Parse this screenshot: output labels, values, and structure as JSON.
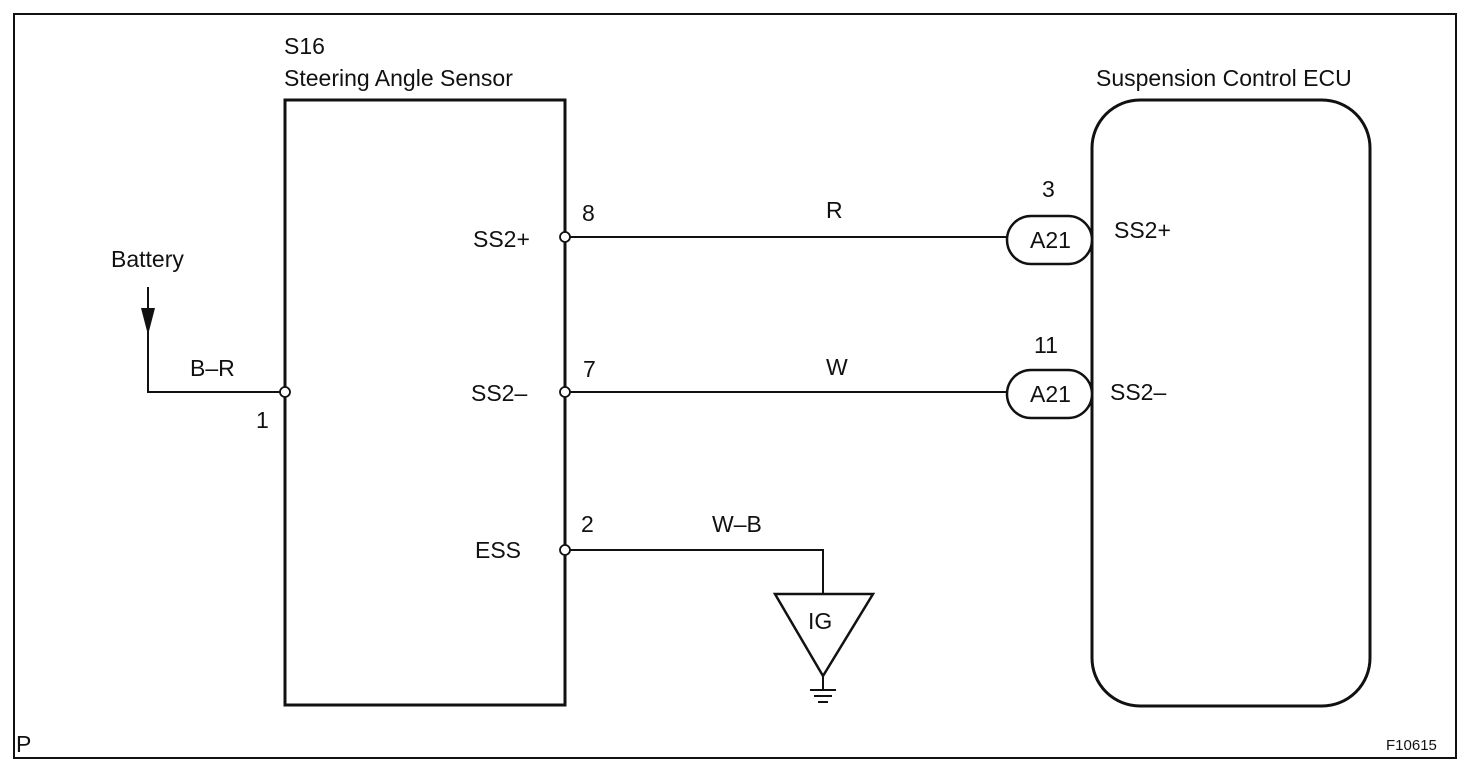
{
  "components": {
    "sensor": {
      "code": "S16",
      "name": "Steering Angle Sensor"
    },
    "ecu": {
      "name": "Suspension Control ECU"
    },
    "battery": {
      "label": "Battery"
    },
    "ground_junction": {
      "label": "IG"
    }
  },
  "sensor_terminals": [
    {
      "name": "SS2+",
      "pin": "8"
    },
    {
      "name": "SS2–",
      "pin": "7"
    },
    {
      "name": "ESS",
      "pin": "2"
    }
  ],
  "battery_pin": "1",
  "wires": [
    {
      "color_code": "B–R"
    },
    {
      "color_code": "R"
    },
    {
      "color_code": "W"
    },
    {
      "color_code": "W–B"
    }
  ],
  "connectors": [
    {
      "code": "A21",
      "pin": "3",
      "terminal": "SS2+"
    },
    {
      "code": "A21",
      "pin": "11",
      "terminal": "SS2–"
    }
  ],
  "corner_labels": {
    "left": "P",
    "right": "F10615"
  }
}
